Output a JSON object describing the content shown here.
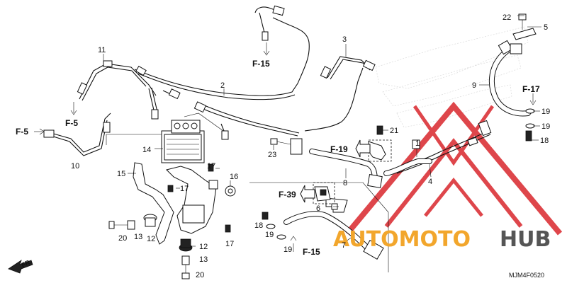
{
  "diagram": {
    "code": "MJM4F0520",
    "direction_label": "FR.",
    "watermark": {
      "text_a": "AUTOMOTO",
      "text_b": "HUB",
      "color_a": "#f2a62c",
      "color_b": "#555555",
      "triangle_color": "#d9262c"
    },
    "part_numbers": [
      "1",
      "2",
      "3",
      "4",
      "5",
      "6",
      "7",
      "8",
      "9",
      "10",
      "11",
      "12",
      "13",
      "14",
      "15",
      "16",
      "17",
      "18",
      "19",
      "20",
      "21",
      "22",
      "23"
    ],
    "refs": {
      "f15": "F-15",
      "f5": "F-5",
      "f17": "F-17",
      "f19": "F-19",
      "f39": "F-39"
    }
  }
}
